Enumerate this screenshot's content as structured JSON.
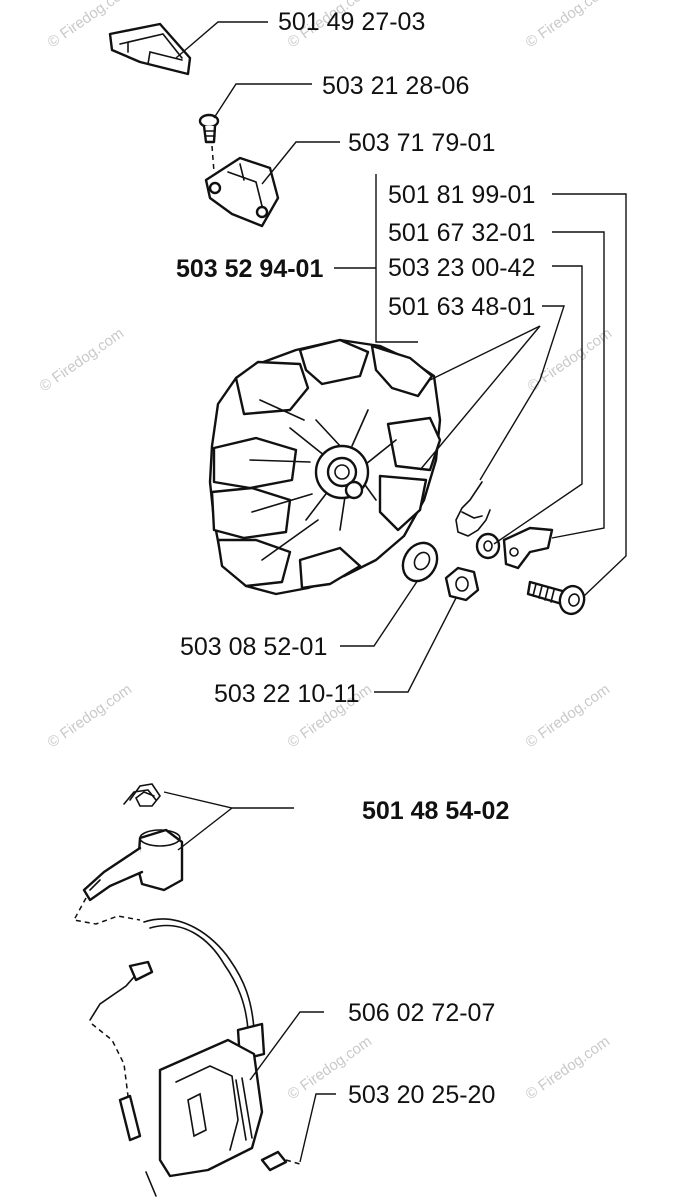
{
  "watermark": "© Firedog.com",
  "accent_color": "#111111",
  "part_numbers": {
    "p1": "501 49 27-03",
    "p2": "503 21 28-06",
    "p3": "503 71 79-01",
    "p4": "501 81 99-01",
    "p5": "501 67 32-01",
    "p6": "503 52 94-01",
    "p7": "503 23 00-42",
    "p8": "501 63 48-01",
    "p9": "503 08 52-01",
    "p10": "503 22 10-11",
    "p11": "501 48 54-02",
    "p12": "506 02 72-07",
    "p13": "503 20 25-20"
  }
}
